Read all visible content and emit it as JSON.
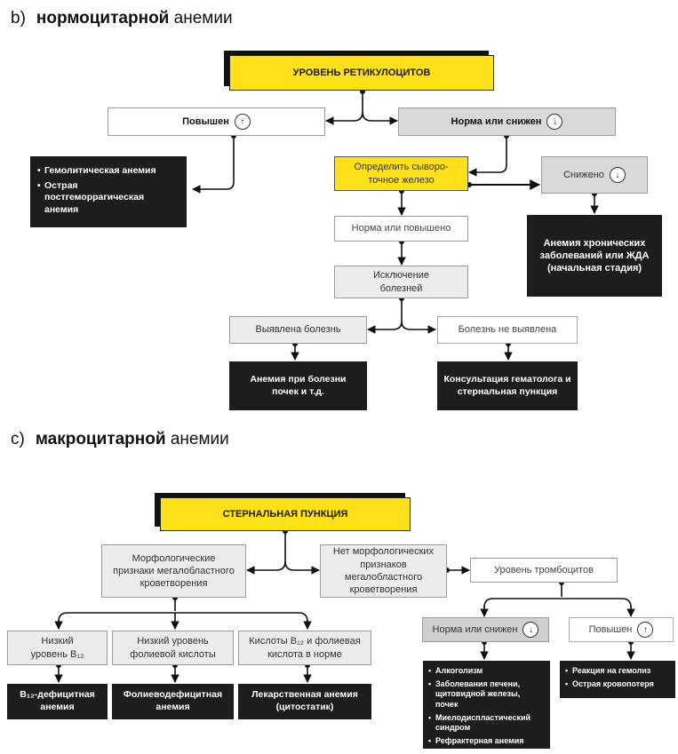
{
  "section_b": {
    "prefix": "b)",
    "bold": "нормоцитарной",
    "rest": "анемии",
    "title": "УРОВЕНЬ РЕТИКУЛОЦИТОВ",
    "raised": {
      "label": "Повышен",
      "icon": "↑"
    },
    "normal_low": {
      "label": "Норма или снижен",
      "icon": "↓"
    },
    "hemolytic": [
      "Гемолитическая анемия",
      "Острая постгеморрагическая анемия"
    ],
    "serum_iron": "Определить сыворо-точное железо",
    "lowered": {
      "label": "Снижено",
      "icon": "↓"
    },
    "chronic": "Анемия хронических заболеваний или ЖДА (начальная стадия)",
    "norm_raised": "Норма или повышено",
    "exclusion": "Исключение болезней",
    "disease_found": "Выявлена болезнь",
    "disease_not_found": "Болезнь не выявлена",
    "kidney": "Анемия при болезни почек и т.д.",
    "hematologist": "Консультация гематолога и стернальная пункция"
  },
  "section_c": {
    "prefix": "c)",
    "bold": "макроцитарной",
    "rest": "анемии",
    "title": "СТЕРНАЛЬНАЯ ПУНКЦИЯ",
    "morph": "Морфологические признаки мегалобластного кроветворения",
    "no_morph": "Нет морфологических признаков мегалобластного кроветворения",
    "platelets": "Уровень тромбоцитов",
    "low_b12": "Низкий уровень B₁₂",
    "low_folate": "Низкий уровень фолиевой кислоты",
    "normal_b12": "Кислоты B₁₂ и фолиевая кислота в норме",
    "b12_def": "B₁₂-дефицитная анемия",
    "folate_def": "Фолиеводефицитная анемия",
    "drug": "Лекарственная анемия (цитостатик)",
    "plt_normal_low": {
      "label": "Норма или снижен",
      "icon": "↓"
    },
    "plt_raised": {
      "label": "Повышен",
      "icon": "↑"
    },
    "causes": [
      "Алкоголизм",
      "Заболевания печени, щитовидной железы, почек",
      "Миелодиспластический синдром",
      "Рефрактерная анемия"
    ],
    "hemolysis": [
      "Реакция на гемолиз",
      "Острая кровопотеря"
    ]
  }
}
